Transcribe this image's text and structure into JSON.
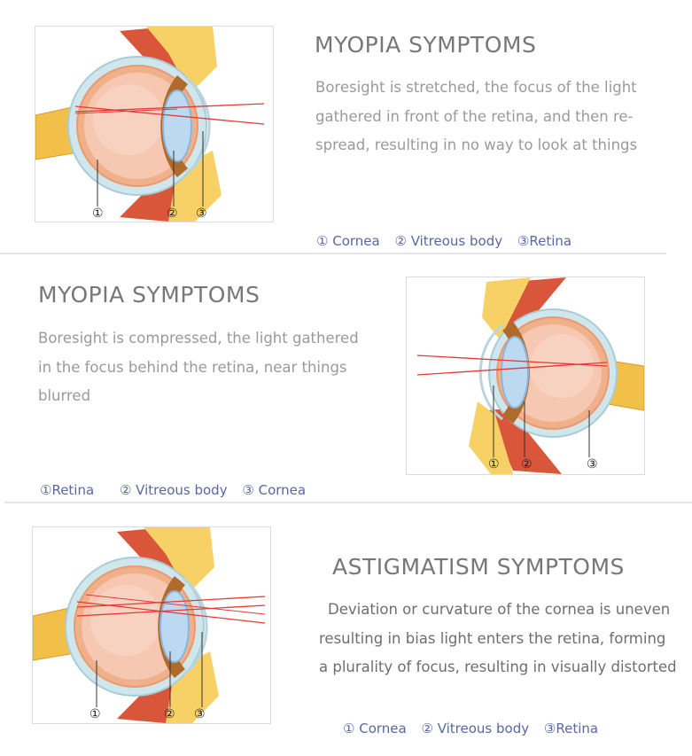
{
  "sections": [
    {
      "title": "MYOPIA SYMPTOMS",
      "lines": [
        "Boresight is stretched, the focus of the light",
        "gathered in front of the retina, and then re-",
        "spread, resulting in no way to look at things"
      ],
      "legend": [
        "① Cornea",
        "② Vitreous body",
        "③Retina"
      ],
      "markers": [
        "①",
        "②",
        "③"
      ]
    },
    {
      "title": "MYOPIA SYMPTOMS",
      "lines": [
        "Boresight is compressed, the light gathered",
        "in the focus behind the retina, near things",
        "blurred"
      ],
      "legend": [
        "①Retina",
        "② Vitreous body",
        "③ Cornea"
      ],
      "markers": [
        "①",
        "②",
        "③"
      ]
    },
    {
      "title": "ASTIGMATISM SYMPTOMS",
      "lines": [
        "Deviation or curvature of the cornea is uneven",
        "resulting in bias light enters the retina, forming",
        "a plurality of focus, resulting in visually distorted"
      ],
      "legend": [
        "① Cornea",
        "② Vitreous body",
        "③Retina"
      ],
      "markers": [
        "①",
        "②",
        "③"
      ]
    }
  ],
  "colors": {
    "title": "#777777",
    "text": "#9a9a9a",
    "legend": "#5a67a5",
    "ray": "#e53935"
  }
}
